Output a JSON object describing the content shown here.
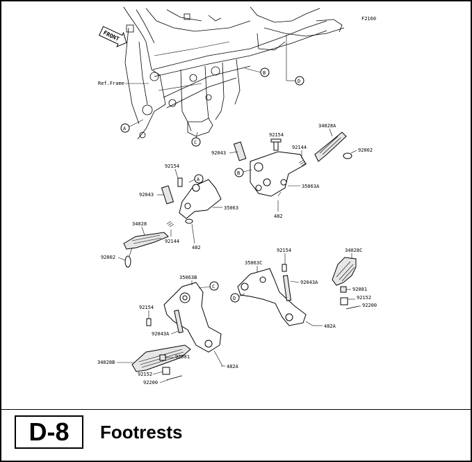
{
  "figure_code": "F2160",
  "front_label": "FRONT",
  "ref_frame": "Ref.Frame",
  "callouts": {
    "a": "A",
    "b": "B",
    "c": "C",
    "d": "D"
  },
  "parts": {
    "p92154": "92154",
    "p92043": "92043",
    "p92043a": "92043A",
    "p92144": "92144",
    "p34028a": "34028A",
    "p34028": "34028",
    "p34028b": "34028B",
    "p34028c": "34028C",
    "p92002": "92002",
    "p35063": "35063",
    "p35063a": "35063A",
    "p35063b": "35063B",
    "p35063c": "35063C",
    "p482": "482",
    "p482a": "482A",
    "p92081": "92081",
    "p92152": "92152",
    "p92200": "92200"
  },
  "page": {
    "code": "D-8",
    "title": "Footrests"
  }
}
